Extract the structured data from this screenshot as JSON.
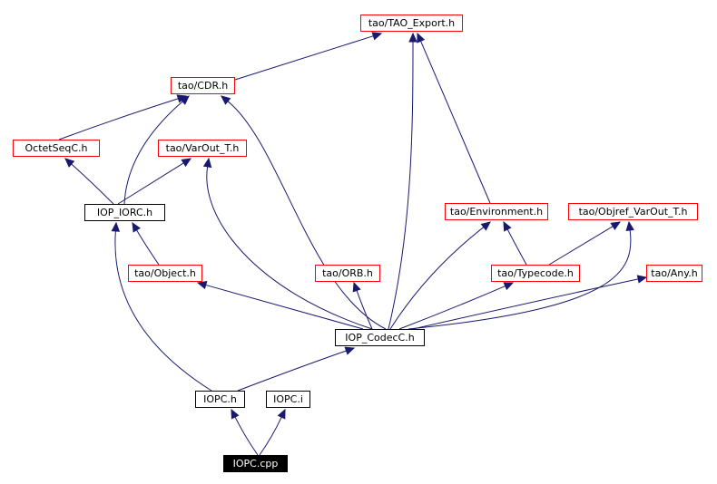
{
  "nodes": {
    "tao_export": "tao/TAO_Export.h",
    "tao_cdr": "tao/CDR.h",
    "octetseqc": "OctetSeqC.h",
    "tao_varout": "tao/VarOut_T.h",
    "iop_iorc": "IOP_IORC.h",
    "tao_environment": "tao/Environment.h",
    "tao_objref_varout": "tao/Objref_VarOut_T.h",
    "tao_object": "tao/Object.h",
    "tao_orb": "tao/ORB.h",
    "tao_typecode": "tao/Typecode.h",
    "tao_any": "tao/Any.h",
    "iop_codecc": "IOP_CodecC.h",
    "iopc_h": "IOPC.h",
    "iopc_i": "IOPC.i",
    "iopc_cpp": "IOPC.cpp"
  },
  "colors": {
    "edge": "#191970",
    "external_border": "#ff0000",
    "local_border": "#000000",
    "root_fill": "#000000",
    "root_text": "#ffffff"
  }
}
